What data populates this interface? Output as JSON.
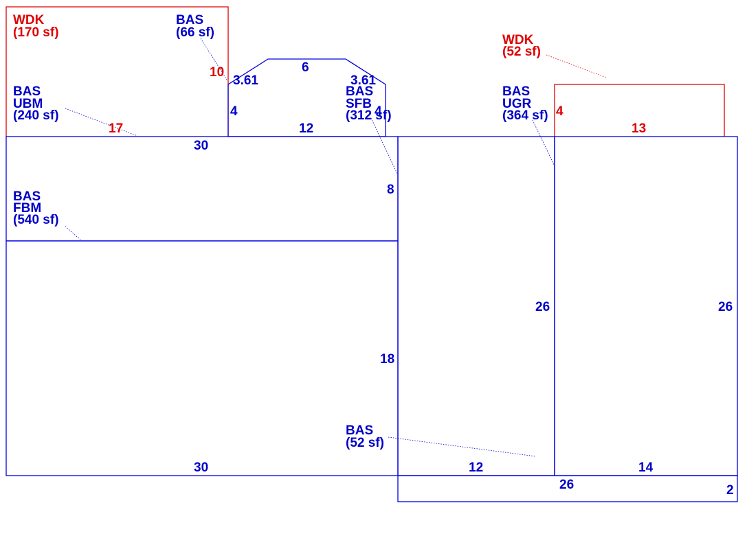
{
  "colors": {
    "living_area": "#0000e0",
    "deck": "#e00000",
    "background": "#ffffff"
  },
  "areas": {
    "wdk_left": {
      "code": "WDK",
      "area": "(170 sf)"
    },
    "bas_66": {
      "code": "BAS",
      "area": "(66 sf)"
    },
    "bas_ubm": {
      "code": "BAS",
      "sub": "UBM",
      "area": "(240 sf)"
    },
    "bas_sfb": {
      "code": "BAS",
      "sub": "SFB",
      "area": "(312 sf)"
    },
    "wdk_right": {
      "code": "WDK",
      "area": "(52 sf)"
    },
    "bas_ugr": {
      "code": "BAS",
      "sub": "UGR",
      "area": "(364 sf)"
    },
    "bas_fbm": {
      "code": "BAS",
      "sub": "FBM",
      "area": "(540 sf)"
    },
    "bas_52": {
      "code": "BAS",
      "area": "(52 sf)"
    }
  },
  "dimensions": {
    "wdk_left_side": "10",
    "wdk_left_bottom": "17",
    "wdk_right_side": "4",
    "wdk_right_bottom": "13",
    "bay_left_slant": "3.61",
    "bay_top": "6",
    "bay_right_slant": "3.61",
    "bay_left_side": "4",
    "bay_right_side": "4",
    "bay_bottom": "12",
    "upper_main_top": "30",
    "upper_main_right": "8",
    "lower_main_right": "18",
    "lower_main_bottom": "30",
    "middle_right": "26",
    "middle_bottom": "12",
    "east_right": "26",
    "east_bottom": "14",
    "strip_width": "26",
    "strip_height": "2"
  }
}
